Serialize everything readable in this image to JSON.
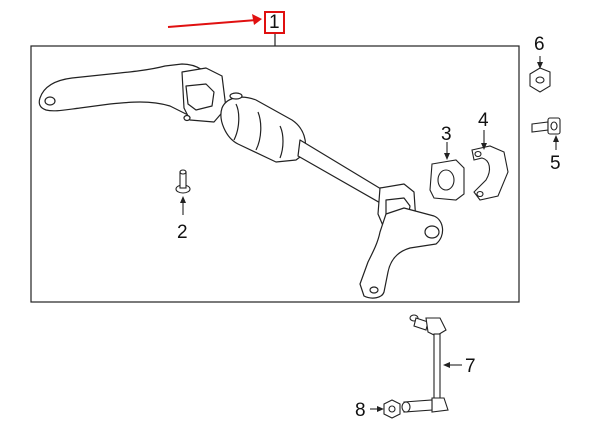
{
  "diagram": {
    "callouts": {
      "c1": "1",
      "c2": "2",
      "c3": "3",
      "c4": "4",
      "c5": "5",
      "c6": "6",
      "c7": "7",
      "c8": "8"
    },
    "highlight_color": "#e01010",
    "line_color": "#222222"
  }
}
